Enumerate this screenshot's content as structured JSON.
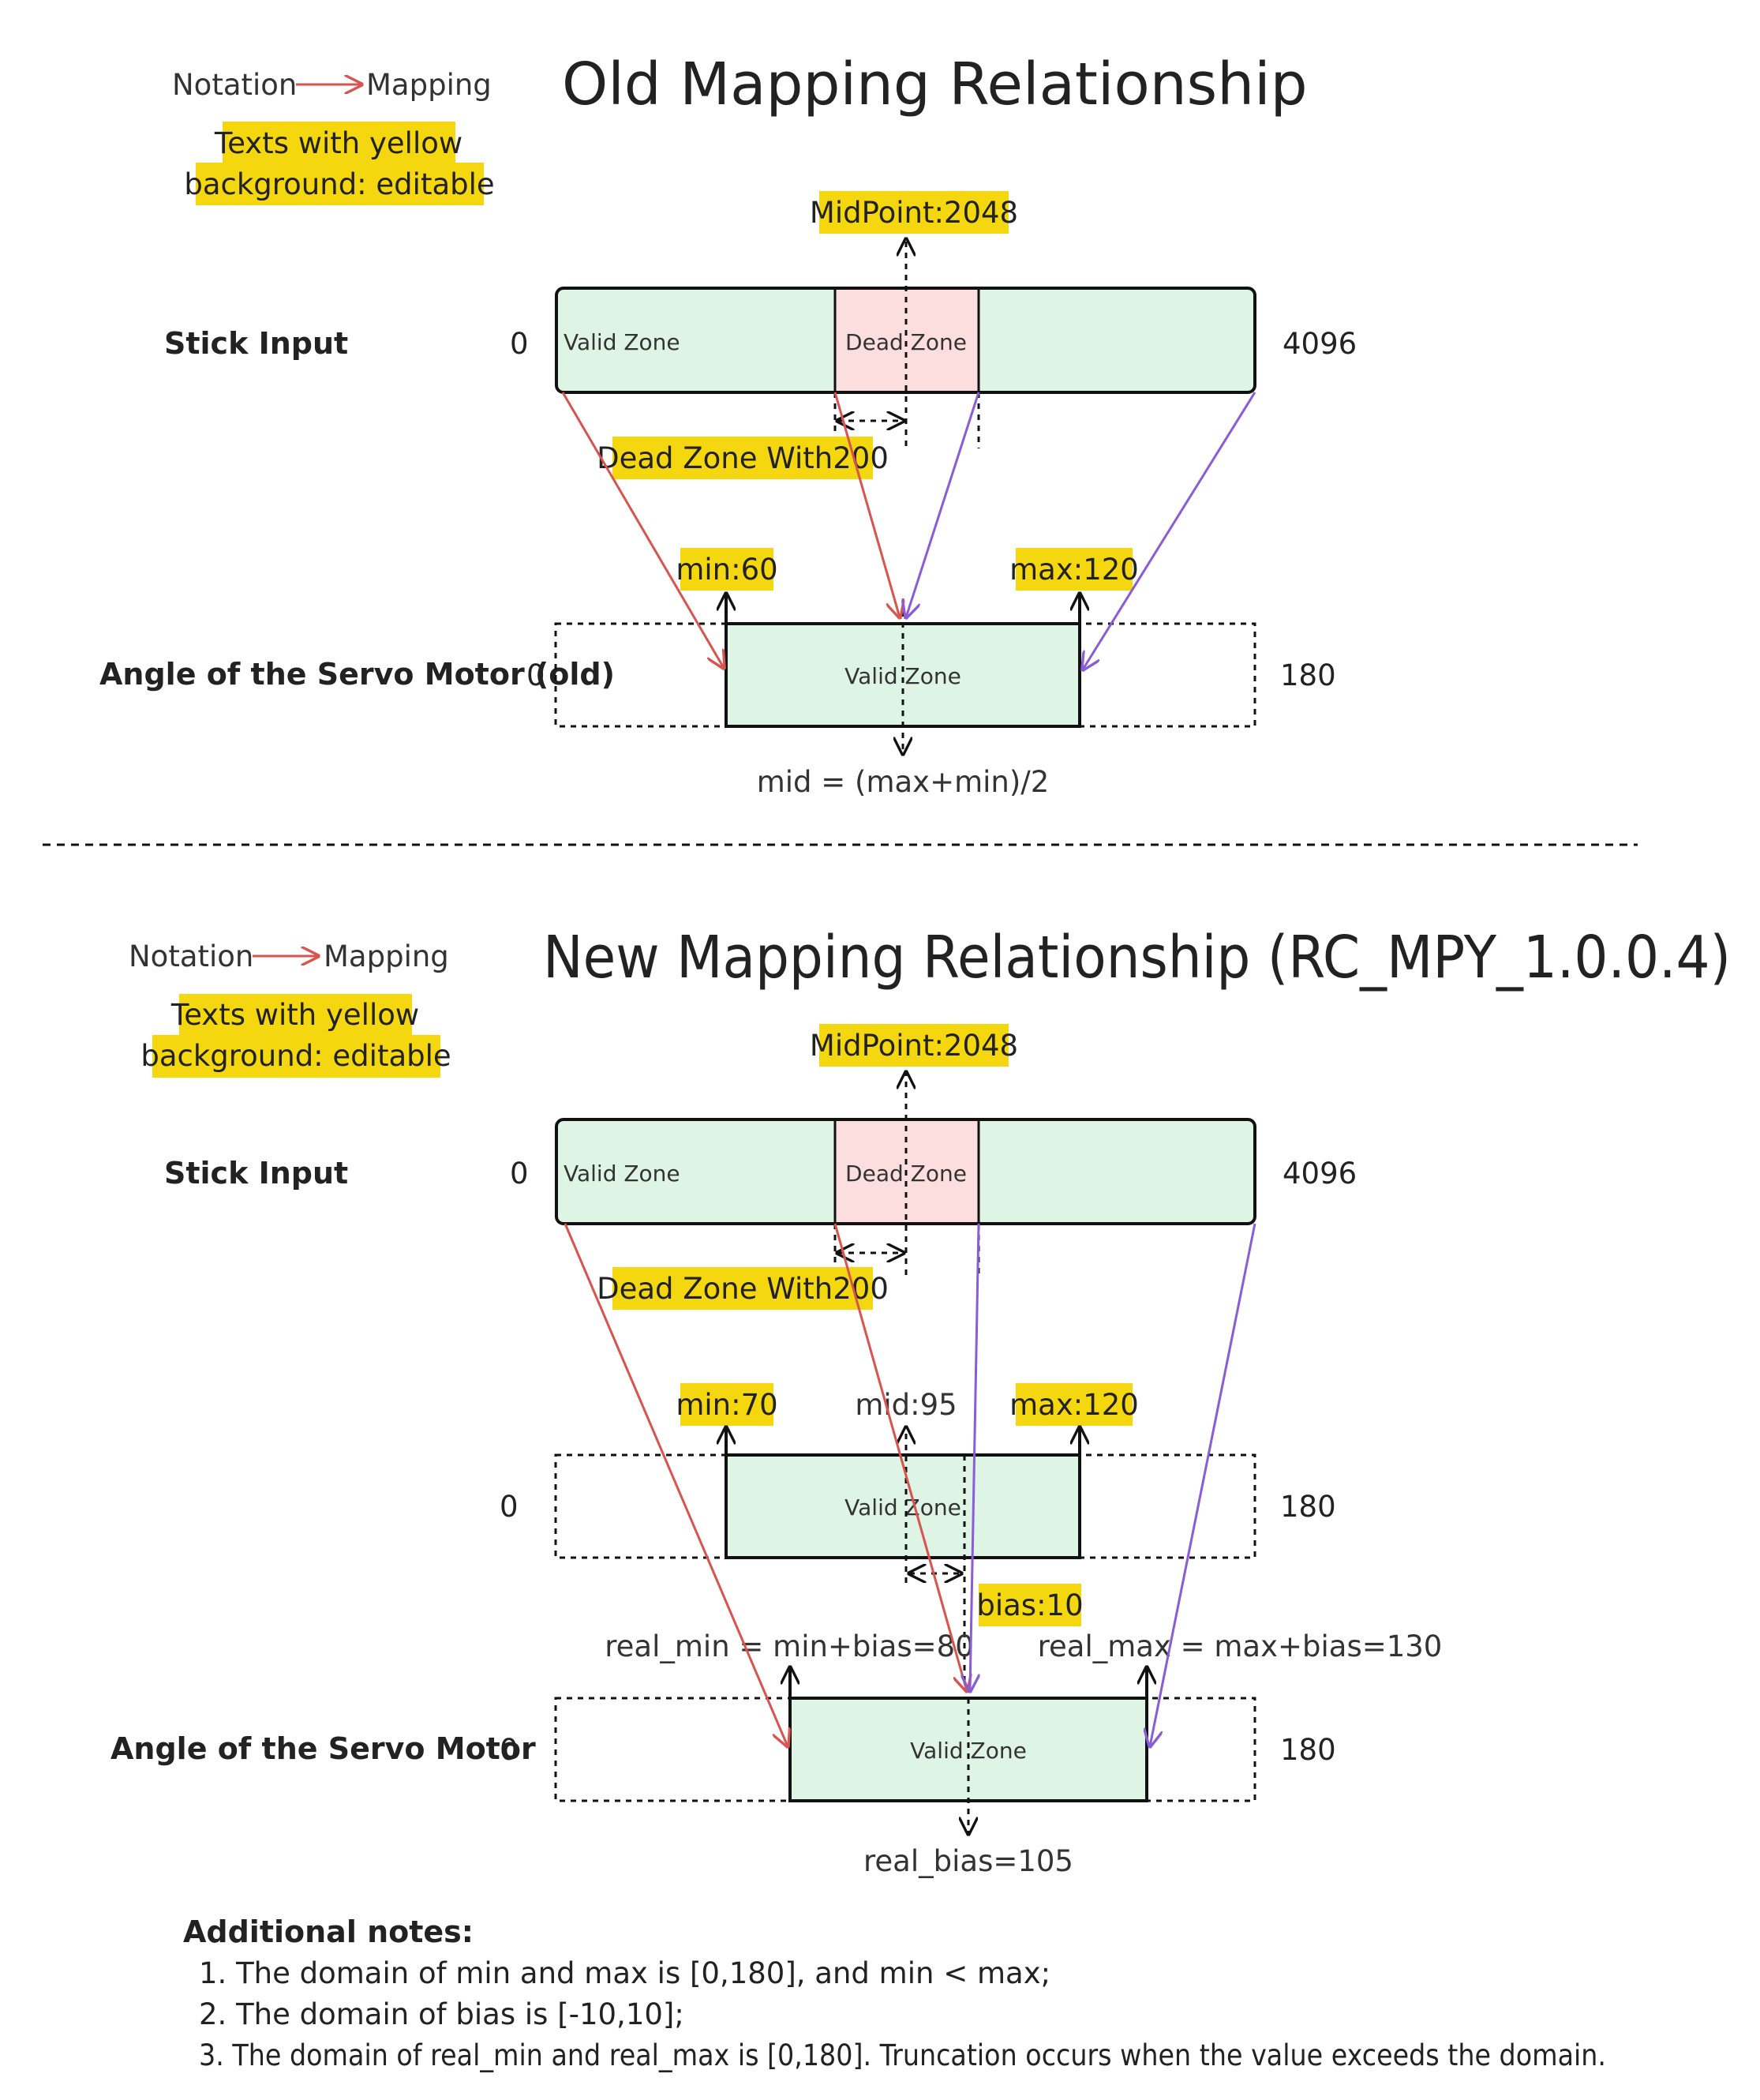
{
  "colors": {
    "highlight": "#F4D70F",
    "valid_fill": "#DEF4E4",
    "dead_fill": "#FDDEDF",
    "mapping_red": "#D9534F",
    "mapping_purple": "#8A5CD6",
    "ink": "#111111"
  },
  "legend": {
    "notation": "Notation",
    "mapping": "Mapping",
    "editable_line1": "Texts with yellow",
    "editable_line2": "background: editable"
  },
  "old": {
    "title": "Old Mapping Relationship",
    "midpoint": "MidPoint:2048",
    "stick_label": "Stick Input",
    "stick_min": "0",
    "stick_max": "4096",
    "valid_zone": "Valid Zone",
    "dead_zone": "Dead Zone",
    "dead_width": "Dead Zone With200",
    "min_label": "min:60",
    "max_label": "max:120",
    "servo_label": "Angle of the Servo Motor (old)",
    "servo_min": "0",
    "servo_max": "180",
    "servo_valid": "Valid Zone",
    "mid_formula": "mid = (max+min)/2"
  },
  "new": {
    "title": "New Mapping Relationship (RC_MPY_1.0.0.4)",
    "midpoint": "MidPoint:2048",
    "stick_label": "Stick Input",
    "stick_min": "0",
    "stick_max": "4096",
    "valid_zone": "Valid Zone",
    "dead_zone": "Dead Zone",
    "dead_width": "Dead Zone With200",
    "min_label": "min:70",
    "mid_label": "mid:95",
    "max_label": "max:120",
    "cfg_min": "0",
    "cfg_max": "180",
    "cfg_valid": "Valid Zone",
    "bias_label": "bias:10",
    "real_min": "real_min = min+bias=80",
    "real_max": "real_max = max+bias=130",
    "servo_label": "Angle of the Servo Motor",
    "servo_min": "0",
    "servo_max": "180",
    "servo_valid": "Valid Zone",
    "real_bias": "real_bias=105"
  },
  "notes": {
    "heading": "Additional notes:",
    "items": [
      "1. The domain of min and max is [0,180], and min < max;",
      "2. The domain of bias is [-10,10];",
      "3. The domain of real_min and real_max is [0,180]. Truncation occurs when the value exceeds the domain."
    ]
  }
}
